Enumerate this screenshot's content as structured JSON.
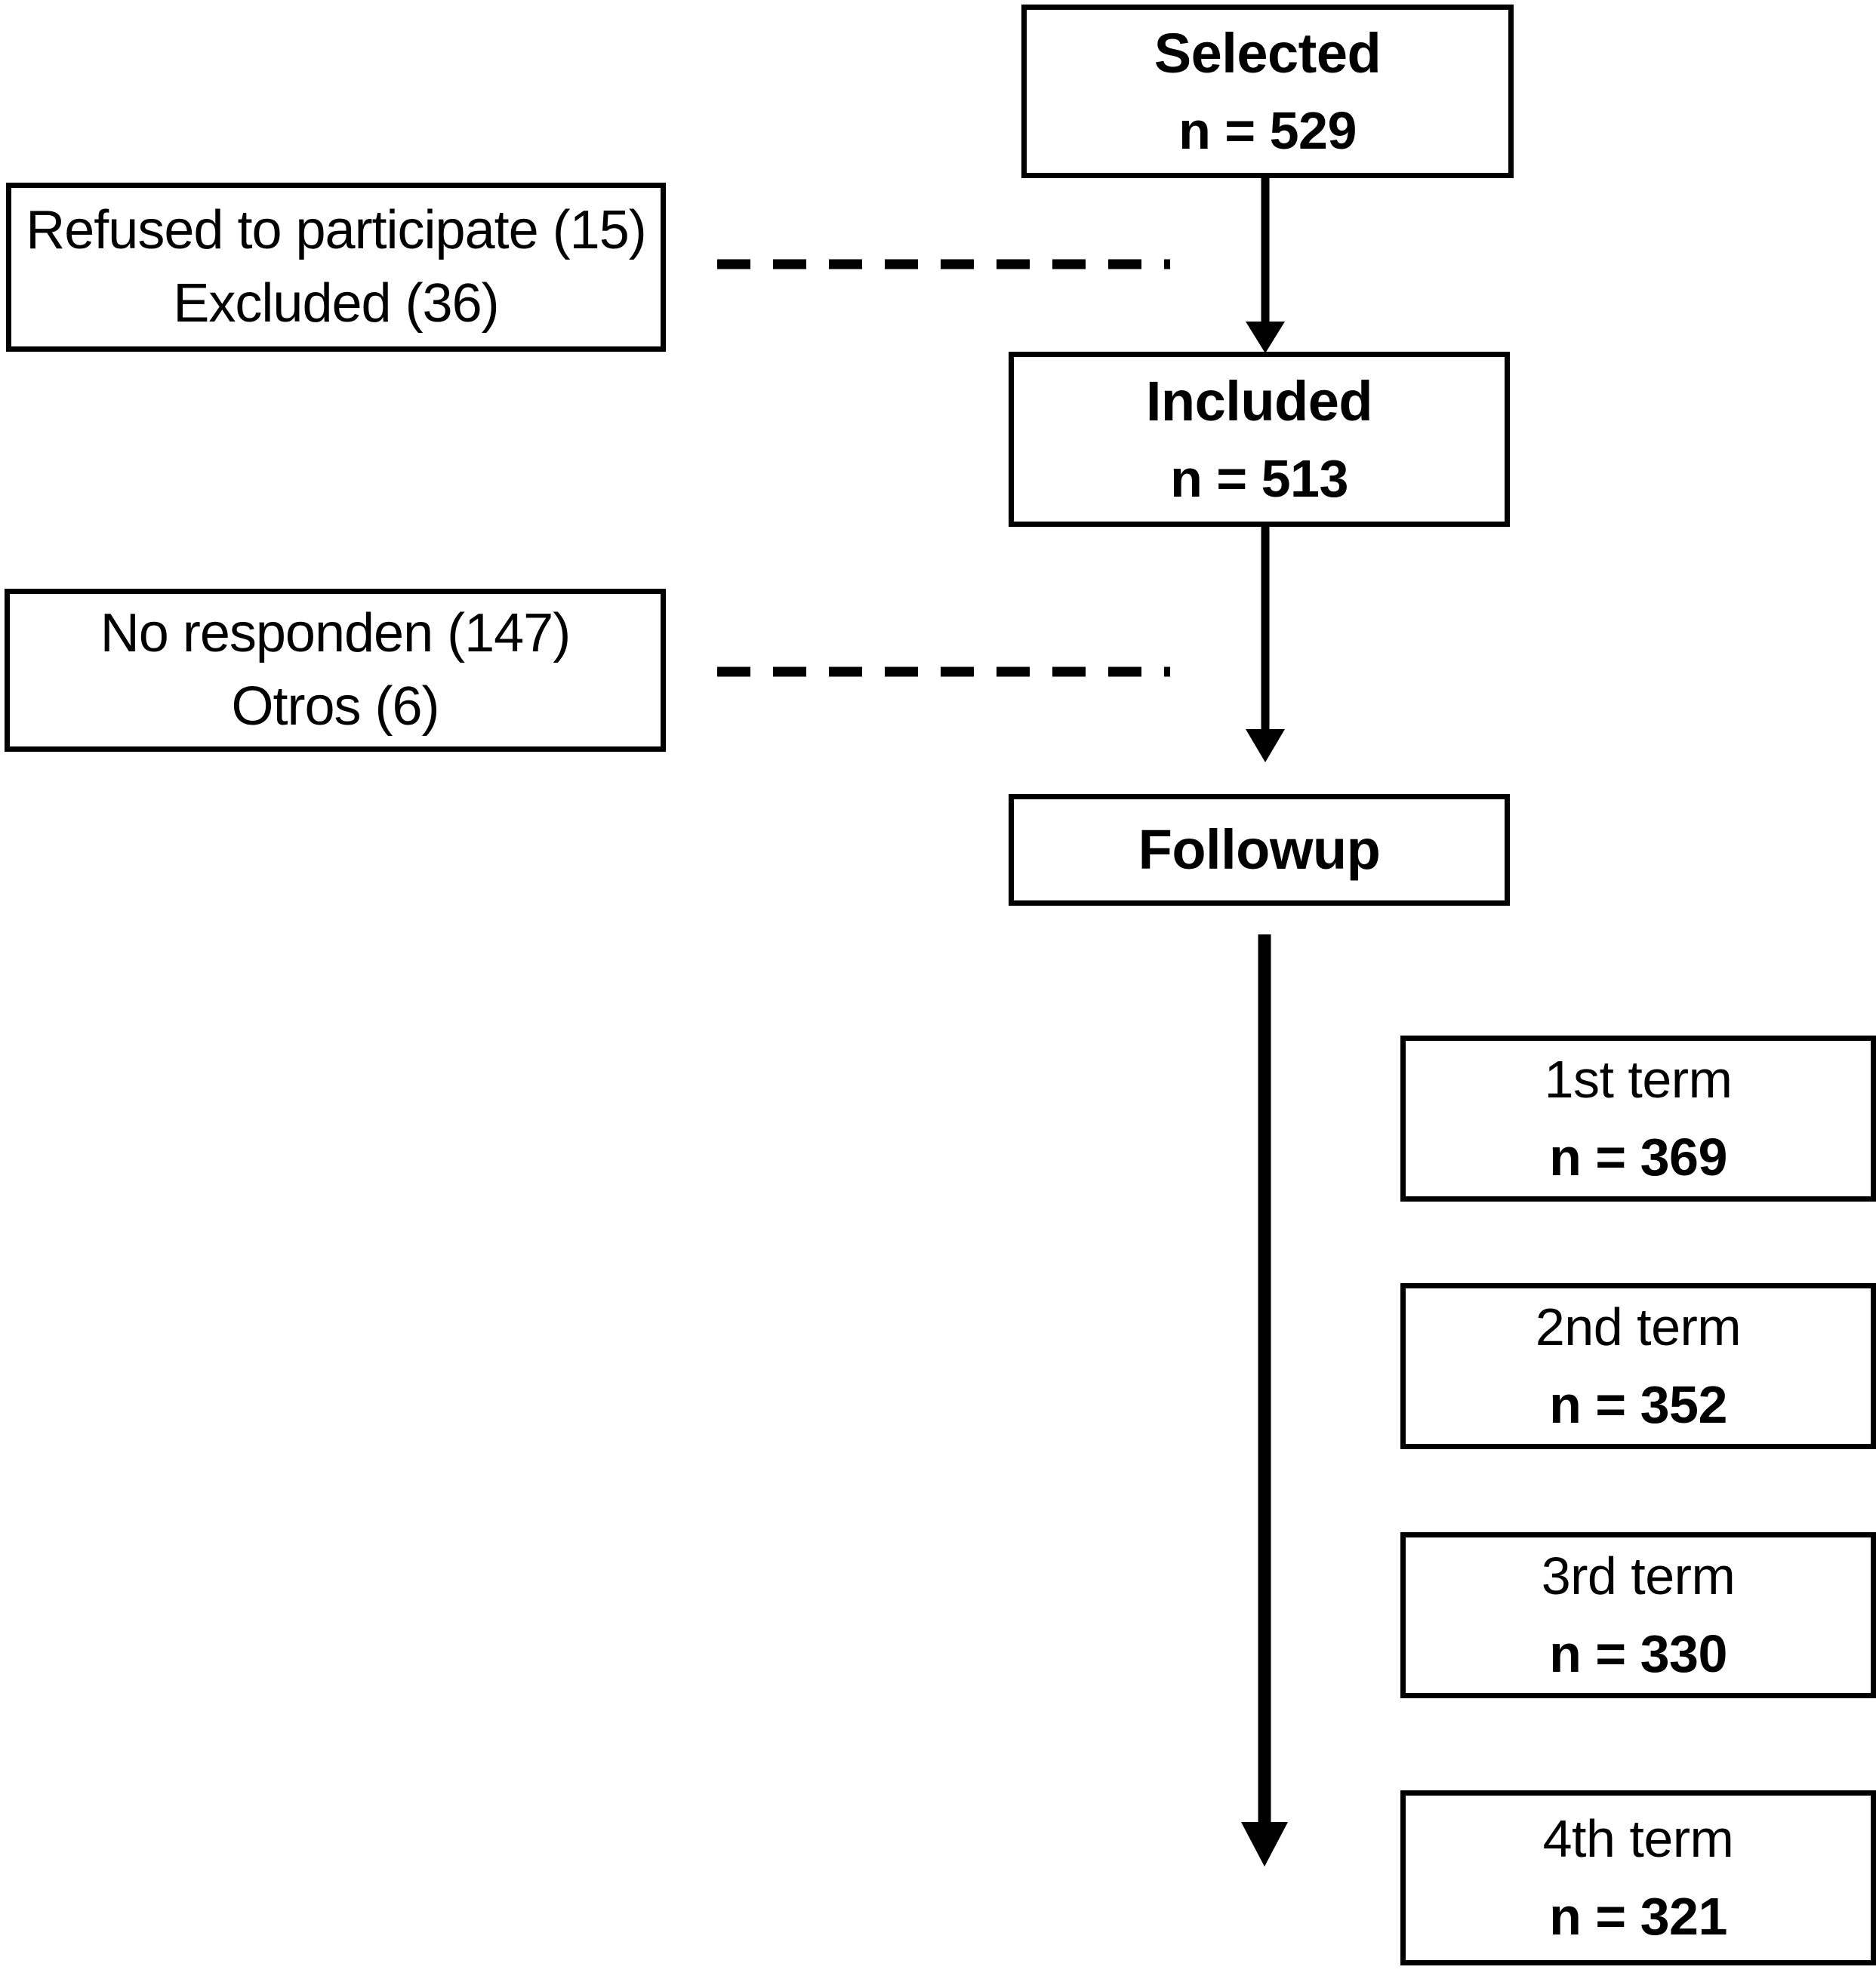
{
  "diagram": {
    "type": "study-flow-chart",
    "title": "",
    "background_color": "#ffffff",
    "stroke_color": "#000000"
  },
  "nodes": {
    "selected": {
      "label": "Selected",
      "count_label": "n = 529",
      "n": 529
    },
    "included": {
      "label": "Included",
      "count_label": "n = 513",
      "n": 513
    },
    "followup": {
      "label": "Followup"
    }
  },
  "exclusions": [
    {
      "line1": "Refused to participate (15)",
      "line2": "Excluded (36)",
      "refused": 15,
      "excluded": 36
    },
    {
      "line1": "No responden (147)",
      "line2": "Otros (6)",
      "no_responden": 147,
      "otros": 6
    }
  ],
  "terms": [
    {
      "label": "1st term",
      "count_label": "n = 369",
      "n": 369
    },
    {
      "label": "2nd term",
      "count_label": "n = 352",
      "n": 352
    },
    {
      "label": "3rd term",
      "count_label": "n = 330",
      "n": 330
    },
    {
      "label": "4th term",
      "count_label": "n = 321",
      "n": 321
    }
  ]
}
